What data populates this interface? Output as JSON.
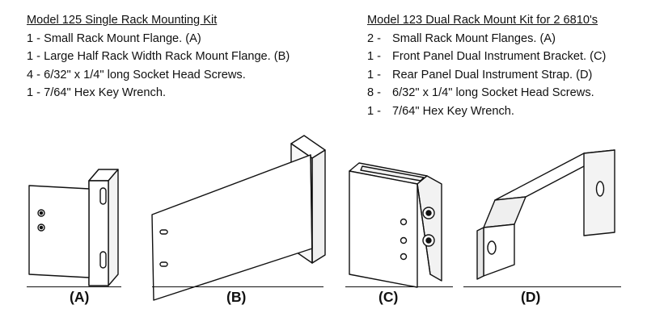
{
  "left_kit": {
    "title": "Model 125 Single Rack Mounting Kit",
    "items": [
      {
        "qty": "1 -",
        "desc": " Small Rack Mount Flange.  (A)"
      },
      {
        "qty": "1 -",
        "desc": " Large Half Rack Width Rack Mount Flange.  (B)"
      },
      {
        "qty": "4 -",
        "desc": " 6/32\" x 1/4\" long Socket Head Screws."
      },
      {
        "qty": "1 -",
        "desc": " 7/64\" Hex Key Wrench."
      }
    ]
  },
  "right_kit": {
    "title": "Model 123 Dual Rack Mount Kit for 2 6810's",
    "items": [
      {
        "qty": "2 -",
        "desc": "Small Rack Mount Flanges. (A)"
      },
      {
        "qty": "1 -",
        "desc": "Front Panel Dual Instrument Bracket. (C)"
      },
      {
        "qty": "1 -",
        "desc": "Rear Panel Dual Instrument Strap. (D)"
      },
      {
        "qty": "8 -",
        "desc": "6/32\" x 1/4\" long Socket Head Screws."
      },
      {
        "qty": "1 -",
        "desc": "7/64\" Hex Key Wrench."
      }
    ]
  },
  "captions": {
    "a": "(A)",
    "b": "(B)",
    "c": "(C)",
    "d": "(D)"
  }
}
